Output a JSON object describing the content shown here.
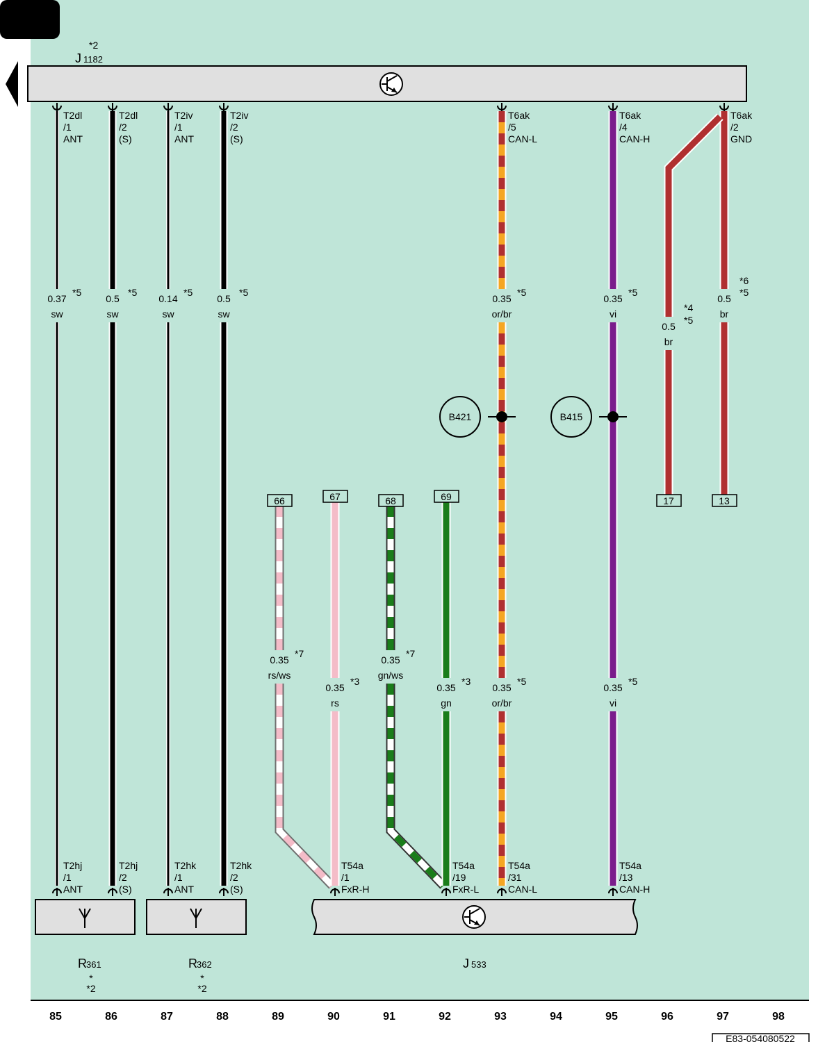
{
  "page": {
    "tab_marker": "",
    "doc_code": "E83-054080522"
  },
  "colors": {
    "background": "#bfe5d8",
    "module_fill": "#e0e0e0",
    "or": "#f5a623",
    "br": "#b03030",
    "vi": "#7a1c8c",
    "rs": "#f4bcc8",
    "gn": "#1a7d1a",
    "sw": "#000000"
  },
  "modules": {
    "j1182": {
      "name": "J",
      "sub": "1182",
      "note": "*2",
      "icon": "transistor-icon"
    },
    "r361": {
      "name": "R",
      "sub": "361",
      "note1": "*",
      "note2": "*2",
      "icon": "antenna-icon"
    },
    "r362": {
      "name": "R",
      "sub": "362",
      "note1": "*",
      "note2": "*2",
      "icon": "antenna-icon"
    },
    "j533": {
      "name": "J",
      "sub": "533",
      "icon": "transistor-icon"
    }
  },
  "top_pins": [
    {
      "l1": "T2dl",
      "l2": "/1",
      "l3": "ANT"
    },
    {
      "l1": "T2dl",
      "l2": "/2",
      "l3": "(S)"
    },
    {
      "l1": "T2iv",
      "l2": "/1",
      "l3": "ANT"
    },
    {
      "l1": "T2iv",
      "l2": "/2",
      "l3": "(S)"
    },
    {
      "l1": "T6ak",
      "l2": "/5",
      "l3": "CAN-L"
    },
    {
      "l1": "T6ak",
      "l2": "/4",
      "l3": "CAN-H"
    },
    {
      "l1": "T6ak",
      "l2": "/2",
      "l3": "GND"
    }
  ],
  "bottom_pins": [
    {
      "l1": "T2hj",
      "l2": "/1",
      "l3": "ANT"
    },
    {
      "l1": "T2hj",
      "l2": "/2",
      "l3": "(S)"
    },
    {
      "l1": "T2hk",
      "l2": "/1",
      "l3": "ANT"
    },
    {
      "l1": "T2hk",
      "l2": "/2",
      "l3": "(S)"
    },
    {
      "l1": "T54a",
      "l2": "/1",
      "l3": "FxR-H"
    },
    {
      "l1": "T54a",
      "l2": "/19",
      "l3": "FxR-L"
    },
    {
      "l1": "T54a",
      "l2": "/31",
      "l3": "CAN-L"
    },
    {
      "l1": "T54a",
      "l2": "/13",
      "l3": "CAN-H"
    }
  ],
  "wire_labels": [
    {
      "size": "0.37",
      "color": "sw",
      "note": "*5"
    },
    {
      "size": "0.5",
      "color": "sw",
      "note": "*5"
    },
    {
      "size": "0.14",
      "color": "sw",
      "note": "*5"
    },
    {
      "size": "0.5",
      "color": "sw",
      "note": "*5"
    },
    {
      "size": "0.35",
      "color": "or/br",
      "note": "*5"
    },
    {
      "size": "0.35",
      "color": "vi",
      "note": "*5"
    },
    {
      "size": "0.5",
      "color": "br",
      "note": "*4",
      "note2": "*5"
    },
    {
      "size": "0.5",
      "color": "br",
      "note": "*6",
      "note2": "*5"
    },
    {
      "size": "0.35",
      "color": "rs/ws",
      "note": "*7"
    },
    {
      "size": "0.35",
      "color": "rs",
      "note": "*3"
    },
    {
      "size": "0.35",
      "color": "gn/ws",
      "note": "*7"
    },
    {
      "size": "0.35",
      "color": "gn",
      "note": "*3"
    },
    {
      "size": "0.35",
      "color": "or/br",
      "note": "*5"
    },
    {
      "size": "0.35",
      "color": "vi",
      "note": "*5"
    }
  ],
  "splices": [
    {
      "label": "B421"
    },
    {
      "label": "B415"
    }
  ],
  "refs": [
    {
      "label": "66"
    },
    {
      "label": "67"
    },
    {
      "label": "68"
    },
    {
      "label": "69"
    },
    {
      "label": "17"
    },
    {
      "label": "13"
    }
  ],
  "columns": [
    "85",
    "86",
    "87",
    "88",
    "89",
    "90",
    "91",
    "92",
    "93",
    "94",
    "95",
    "96",
    "97",
    "98"
  ]
}
